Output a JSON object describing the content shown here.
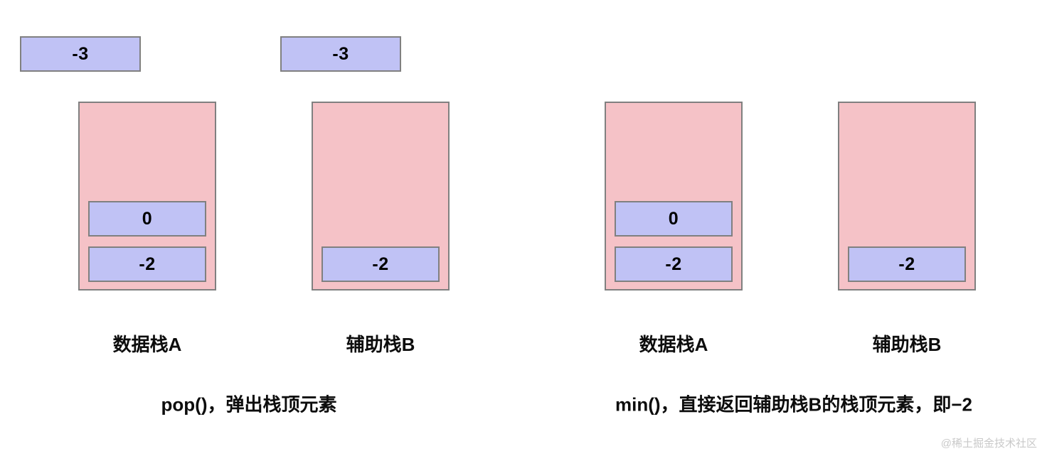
{
  "panels": [
    {
      "id": "pop",
      "caption": "pop()，弹出栈顶元素",
      "popped": [
        {
          "value": "-3",
          "from": "数据栈A"
        },
        {
          "value": "-3",
          "from": "辅助栈B"
        }
      ],
      "stacks": [
        {
          "label": "数据栈A",
          "items": [
            "-2",
            "0"
          ]
        },
        {
          "label": "辅助栈B",
          "items": [
            "-2"
          ]
        }
      ]
    },
    {
      "id": "min",
      "caption": "min()，直接返回辅助栈B的栈顶元素，即−2",
      "popped": [],
      "stacks": [
        {
          "label": "数据栈A",
          "items": [
            "-2",
            "0"
          ]
        },
        {
          "label": "辅助栈B",
          "items": [
            "-2"
          ]
        }
      ]
    }
  ],
  "watermark": "@稀土掘金技术社区",
  "colors": {
    "container_fill": "#F5C2C7",
    "element_fill": "#C0C2F5",
    "border": "#808080",
    "text": "#0d0d0d",
    "background": "#ffffff"
  }
}
